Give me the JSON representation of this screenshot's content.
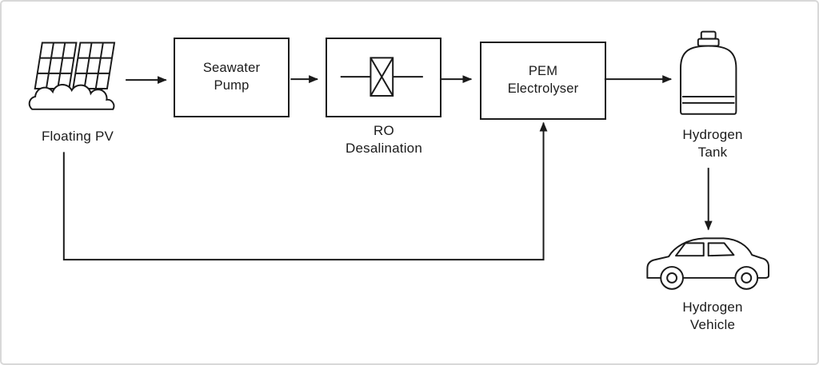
{
  "diagram": {
    "type": "process-flow",
    "background": "#ffffff",
    "stroke_color": "#1a1a1a",
    "frame_color": "#d8d8d8",
    "nodes": {
      "floating_pv": {
        "label": "Floating PV"
      },
      "seawater_pump": {
        "label": "Seawater\nPump"
      },
      "ro_desalination": {
        "label": "RO\nDesalination"
      },
      "pem_electrolyser": {
        "label": "PEM\nElectrolyser"
      },
      "hydrogen_tank": {
        "label": "Hydrogen\nTank"
      },
      "hydrogen_vehicle": {
        "label": "Hydrogen\nVehicle"
      }
    },
    "edges": [
      {
        "from": "floating_pv",
        "to": "seawater_pump",
        "style": "arrow"
      },
      {
        "from": "seawater_pump",
        "to": "ro_desalination",
        "style": "arrow"
      },
      {
        "from": "ro_desalination",
        "to": "pem_electrolyser",
        "style": "arrow"
      },
      {
        "from": "pem_electrolyser",
        "to": "hydrogen_tank",
        "style": "arrow"
      },
      {
        "from": "hydrogen_tank",
        "to": "hydrogen_vehicle",
        "style": "arrow"
      },
      {
        "from": "floating_pv",
        "to": "pem_electrolyser",
        "style": "elbow-arrow"
      }
    ]
  }
}
